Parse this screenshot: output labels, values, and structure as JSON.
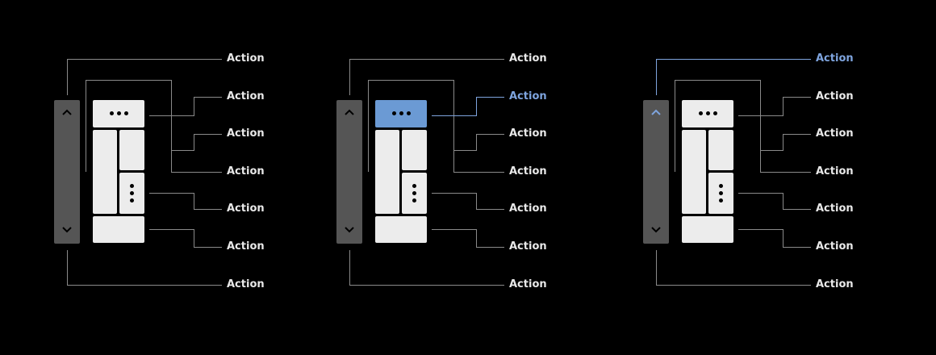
{
  "colors": {
    "background": "#000000",
    "scrollbar": "#555555",
    "tile": "#ececec",
    "selected": "#6b9ad4",
    "leader": "#8a8a8a",
    "leader_active": "#7ea4de",
    "label": "#e8e8e8",
    "label_active": "#7ea4de"
  },
  "icons": {
    "more_horizontal": "more-horizontal-icon",
    "more_vertical": "more-vertical-icon",
    "scroll_up": "chevron-up-icon",
    "scroll_down": "chevron-down-icon"
  },
  "diagrams": [
    {
      "name": "default-state",
      "labels": [
        "Action",
        "Action",
        "Action",
        "Action",
        "Action",
        "Action",
        "Action"
      ],
      "selected_tile": "none",
      "active_label": "none"
    },
    {
      "name": "tile-selected-state",
      "labels": [
        "Action",
        "Action",
        "Action",
        "Action",
        "Action",
        "Action",
        "Action"
      ],
      "selected_tile": "more-horizontal-tile",
      "active_label": "Action 2"
    },
    {
      "name": "scroll-up-focused-state",
      "labels": [
        "Action",
        "Action",
        "Action",
        "Action",
        "Action",
        "Action",
        "Action"
      ],
      "selected_tile": "none",
      "active_label": "Action 1"
    }
  ]
}
